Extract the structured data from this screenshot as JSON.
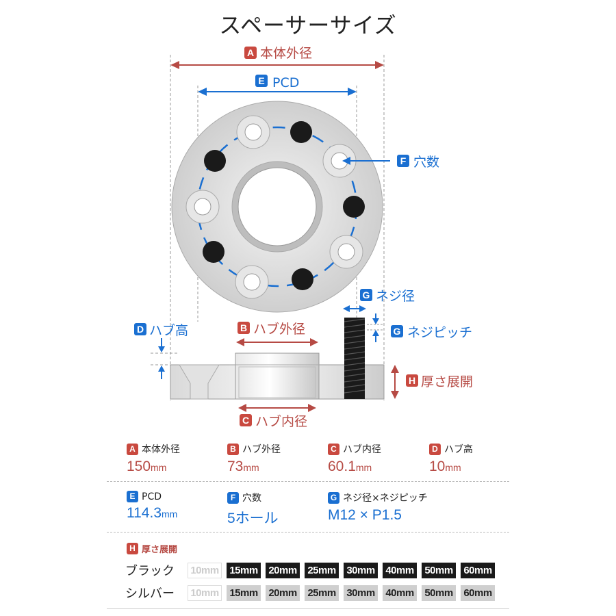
{
  "title": "スペーサーサイズ",
  "colors": {
    "red": "#b64a44",
    "blue": "#1a6fd1",
    "black": "#1a1a1a",
    "silver": "#cfcfcf"
  },
  "diagram": {
    "A": {
      "badge": "A",
      "label": "本体外径"
    },
    "E": {
      "badge": "E",
      "label": "PCD"
    },
    "F": {
      "badge": "F",
      "label": "穴数"
    },
    "G_dia": {
      "badge": "G",
      "label": "ネジ径"
    },
    "G_pitch": {
      "badge": "G",
      "label": "ネジピッチ"
    },
    "D": {
      "badge": "D",
      "label": "ハブ高"
    },
    "B": {
      "badge": "B",
      "label": "ハブ外径"
    },
    "C": {
      "badge": "C",
      "label": "ハブ内径"
    },
    "H": {
      "badge": "H",
      "label": "厚さ展開"
    }
  },
  "specs": [
    {
      "badge": "A",
      "label": "本体外径",
      "value": "150",
      "unit": "mm"
    },
    {
      "badge": "B",
      "label": "ハブ外径",
      "value": "73",
      "unit": "mm"
    },
    {
      "badge": "C",
      "label": "ハブ内径",
      "value": "60.1",
      "unit": "mm"
    },
    {
      "badge": "D",
      "label": "ハブ高",
      "value": "10",
      "unit": "mm"
    },
    {
      "badge": "E",
      "label": "PCD",
      "value": "114.3",
      "unit": "mm"
    },
    {
      "badge": "F",
      "label": "穴数",
      "value": "5ホール",
      "unit": ""
    },
    {
      "badge": "G",
      "label": "ネジ径×ネジピッチ",
      "value": "M12 × P1.5",
      "unit": ""
    }
  ],
  "thickness": {
    "badge": "H",
    "title": "厚さ展開",
    "rows": [
      {
        "label": "ブラック",
        "chips": [
          "10mm",
          "15mm",
          "20mm",
          "25mm",
          "30mm",
          "40mm",
          "50mm",
          "60mm"
        ]
      },
      {
        "label": "シルバー",
        "chips": [
          "10mm",
          "15mm",
          "20mm",
          "25mm",
          "30mm",
          "40mm",
          "50mm",
          "60mm"
        ]
      }
    ]
  }
}
